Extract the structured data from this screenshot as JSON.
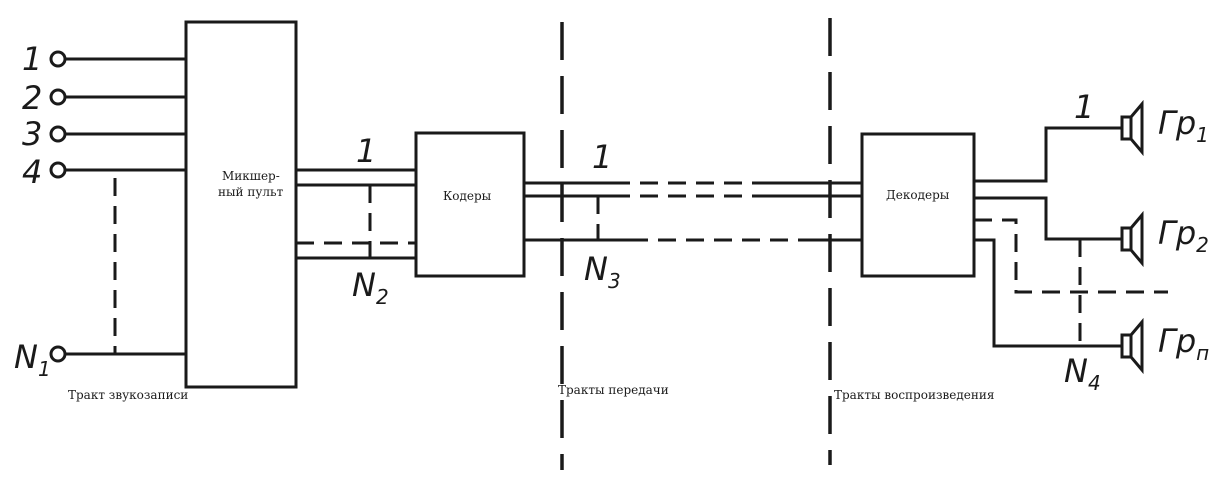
{
  "inputs": {
    "labels": [
      "1",
      "2",
      "3",
      "4"
    ],
    "last": {
      "main": "N",
      "sub": "1"
    }
  },
  "mixer": {
    "line1": "Микшер-",
    "line2": "ный пульт"
  },
  "coders": {
    "label": "Кодеры"
  },
  "decoders": {
    "label": "Декодеры"
  },
  "channels": {
    "mixer_out_first": "1",
    "mixer_out_last": {
      "main": "N",
      "sub": "2"
    },
    "transmit_first": "1",
    "transmit_last": {
      "main": "N",
      "sub": "3"
    },
    "speaker_first": "1",
    "speaker_last": {
      "main": "N",
      "sub": "4"
    }
  },
  "speakers": [
    {
      "main": "Гр",
      "sub": "1"
    },
    {
      "main": "Гр",
      "sub": "2"
    },
    {
      "main": "Гр",
      "sub": "п"
    }
  ],
  "sections": {
    "recording": "Тракт звукозаписи",
    "transmission": "Тракты передачи",
    "playback": "Тракты воспроизведения"
  }
}
